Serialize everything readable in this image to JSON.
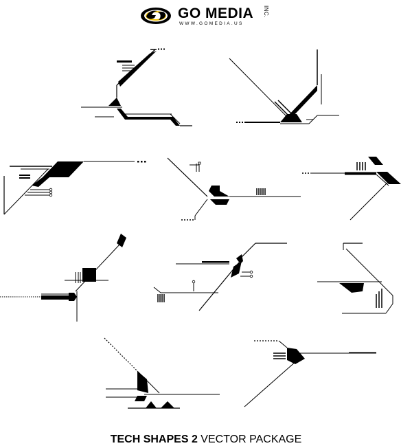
{
  "header": {
    "brand_name": "GO MEDIA",
    "brand_suffix": "INC.",
    "website": "WWW.GOMEDIA.US",
    "logo_icon": "go-media-swirl-logo",
    "logo_accent_color": "#f2c200"
  },
  "caption": {
    "bold_text": "TECH SHAPES 2",
    "regular_text": " VECTOR PACKAGE"
  },
  "shapes": [
    {
      "id": 1,
      "label": ""
    },
    {
      "id": 2,
      "label": ""
    },
    {
      "id": 3,
      "label": ""
    },
    {
      "id": 4,
      "label": ""
    },
    {
      "id": 5,
      "label": ""
    },
    {
      "id": 6,
      "label": ""
    },
    {
      "id": 7,
      "label": ""
    },
    {
      "id": 8,
      "label": ""
    },
    {
      "id": 9,
      "label": ""
    },
    {
      "id": 10,
      "label": ""
    },
    {
      "id": 11,
      "label": ""
    }
  ],
  "colors": {
    "ink": "#000000",
    "background": "#ffffff"
  }
}
